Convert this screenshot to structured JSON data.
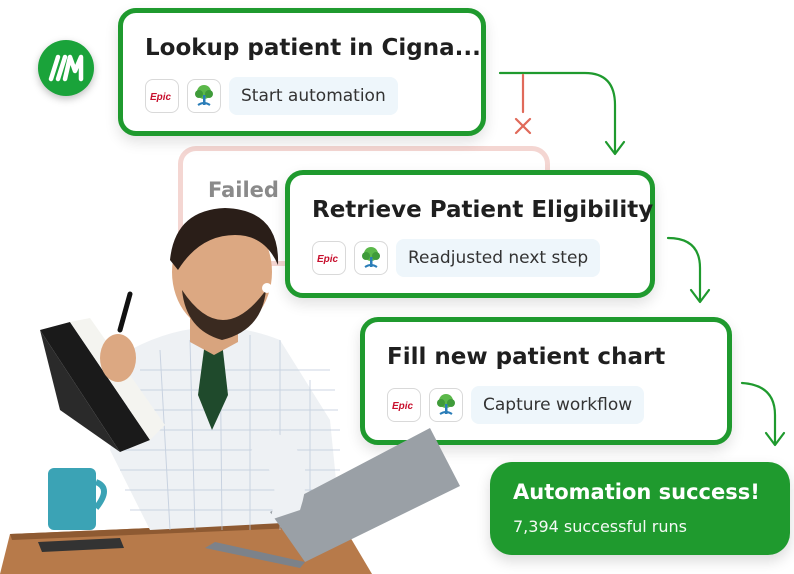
{
  "logo": {
    "text": "//M",
    "color": "#1aa33a"
  },
  "cards": [
    {
      "title": "Lookup patient in Cigna...",
      "chip": "Start automation"
    },
    {
      "title": "Retrieve Patient Eligibility",
      "chip": "Readjusted next step"
    },
    {
      "title": "Fill new patient chart",
      "chip": "Capture workflow"
    }
  ],
  "failed": {
    "label": "Failed"
  },
  "apps": {
    "epic_label": "Epic",
    "second_icon": "tree-icon"
  },
  "success": {
    "title": "Automation success!",
    "subtitle": "7,394 successful runs"
  },
  "colors": {
    "accent": "#1f9a2e",
    "fail": "#e06a5a",
    "failed_border": "#f4d6d2",
    "chip_bg": "#eef6fb"
  }
}
